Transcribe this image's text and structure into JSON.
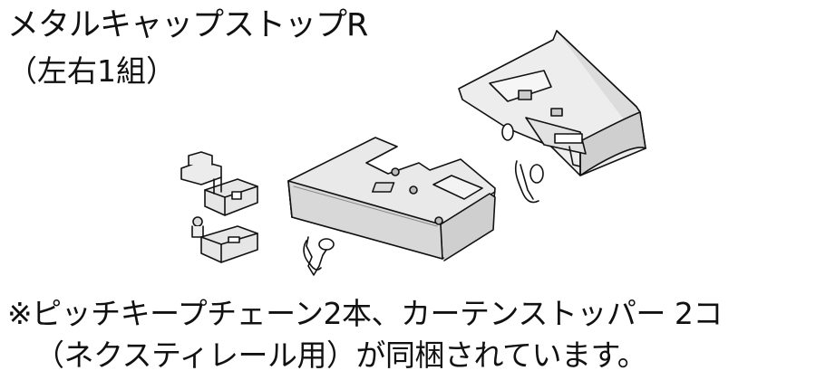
{
  "product": {
    "name": "メタルキャップストップR",
    "set_label": "（左右1組）"
  },
  "note": {
    "line1": "※ピッチキープチェーン2本、カーテンストッパー 2コ",
    "line2": "（ネクスティレール用）が同梱されています。"
  },
  "colors": {
    "cap_fill": "#d4d4d4",
    "cap_dark": "#9a9a9a",
    "outline": "#111111",
    "background": "#ffffff"
  }
}
